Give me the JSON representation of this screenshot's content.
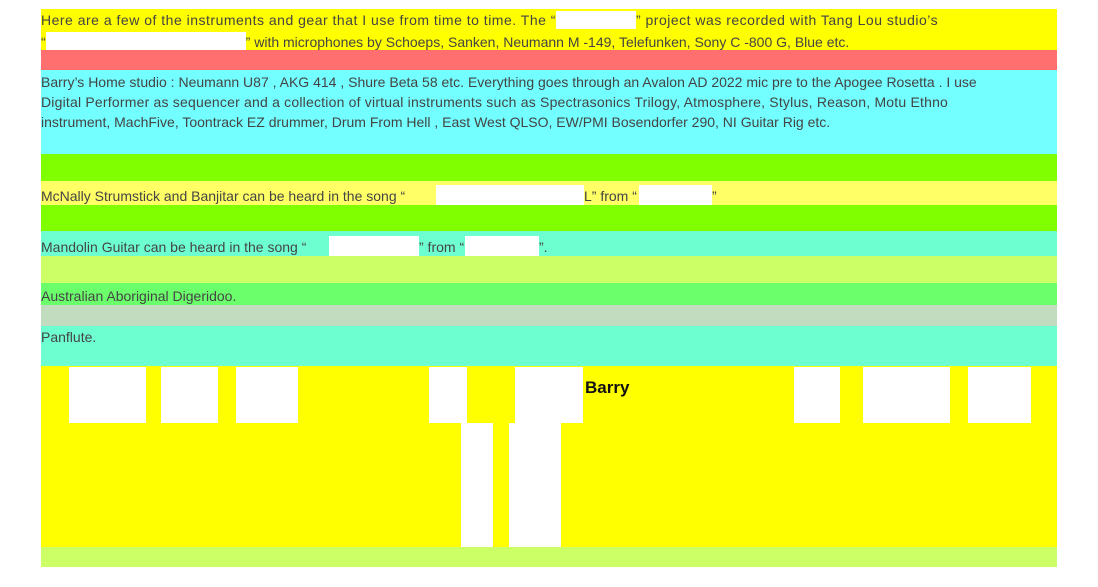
{
  "colors": {
    "yellow": "#ffff00",
    "salmon": "#ff6f6f",
    "cyan": "#73ffff",
    "green": "#80ff00",
    "light_yellow": "#ffff66",
    "aqua_green": "#6effd0",
    "lime": "#ccff66",
    "mid_green": "#6cff6c",
    "grey_green": "#c2dcc0"
  },
  "intro": {
    "line1_prefix": "Here are a few of the instruments and gear that I use from time to time. The “",
    "line1_suffix": "” project was recorded with Tang Lou studio’s",
    "line2_prefix": "“",
    "line2_suffix": "” with microphones by Schoeps, Sanken, Neumann M -149, Telefunken, Sony C -800 G, Blue etc."
  },
  "home_studio": {
    "line1": "Barry’s Home studio : Neumann U87 , AKG 414 , Shure Beta 58  etc. Everything goes through an Avalon AD 2022 mic pre to the Apogee Rosetta . I use",
    "line2": "Digital Performer as sequencer and a collection of virtual instruments such as Spectrasonics Trilogy, Atmosphere, Stylus, Reason, Motu Ethno",
    "line3": "instrument, MachFive, Toontrack EZ drummer, Drum From Hell , East West QLSO, EW/PMI Bosendorfer 290, NI Guitar Rig  etc."
  },
  "strumstick": {
    "prefix": "McNally Strumstick and Banjitar can be heard in the song “",
    "mid": "L” from “",
    "suffix": "”"
  },
  "mandolin": {
    "prefix": "Mandolin Guitar can be heard in the song “",
    "mid": "” from “",
    "suffix": "”."
  },
  "didgeridoo": "Australian Aboriginal Digeridoo.",
  "panflute": "Panflute.",
  "gallery_label": "Barry"
}
